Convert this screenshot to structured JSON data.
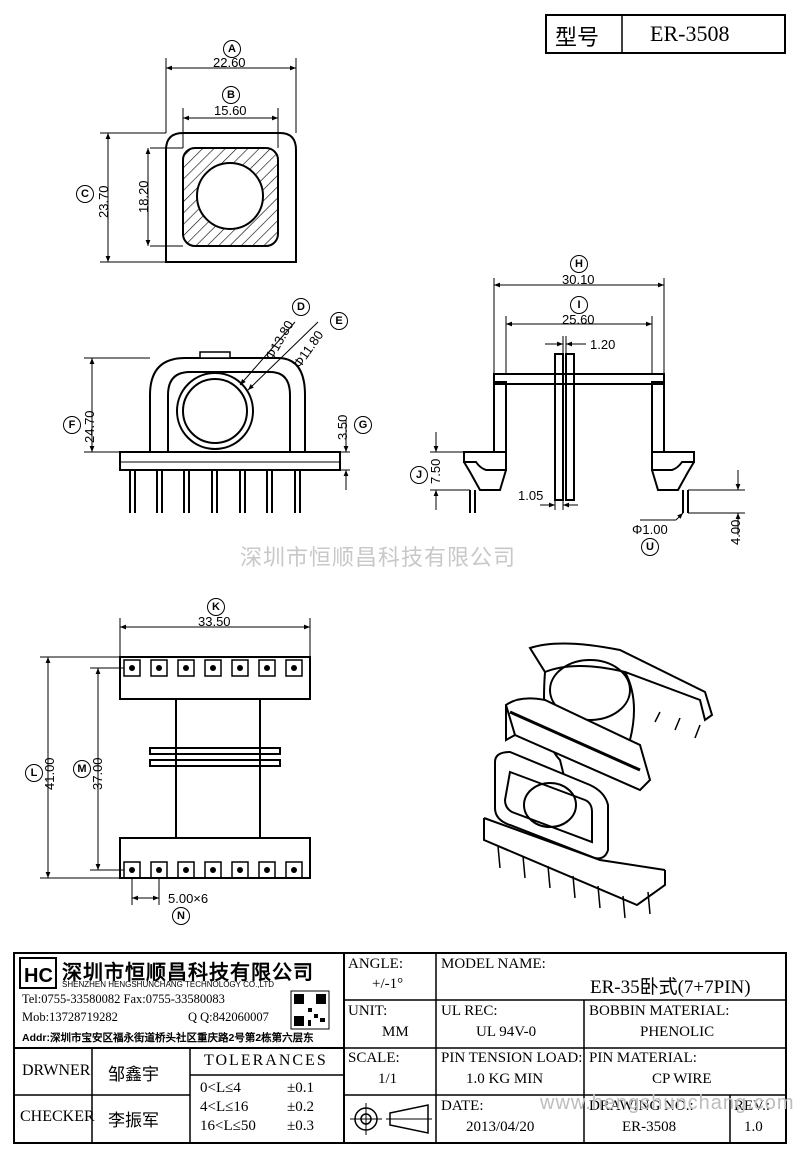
{
  "header": {
    "model_label": "型号",
    "model_value": "ER-3508"
  },
  "dims": {
    "a": {
      "letter": "A",
      "value": "22.60"
    },
    "b": {
      "letter": "B",
      "value": "15.60"
    },
    "c": {
      "letter": "C",
      "value": "23.70"
    },
    "c_inner": "18.20",
    "d": {
      "letter": "D",
      "value": "Φ13.80"
    },
    "e": {
      "letter": "E",
      "value": "Φ11.80"
    },
    "f": {
      "letter": "F",
      "value": "24.70"
    },
    "g": {
      "letter": "G",
      "value": "3.50"
    },
    "h": {
      "letter": "H",
      "value": "30.10"
    },
    "i": {
      "letter": "I",
      "value": "25.60"
    },
    "i_thick": "1.20",
    "j": {
      "letter": "J",
      "value": "7.50"
    },
    "j_wall": "1.05",
    "u": {
      "letter": "U",
      "value": "Φ1.00"
    },
    "pin_len": "4.00",
    "k": {
      "letter": "K",
      "value": "33.50"
    },
    "l": {
      "letter": "L",
      "value": "41.00"
    },
    "m": {
      "letter": "M",
      "value": "37.00"
    },
    "n": {
      "letter": "N",
      "value": "5.00×6"
    }
  },
  "watermark": {
    "center": "深圳市恒顺昌科技有限公司",
    "corner": "www.hengshunchang.com"
  },
  "company": {
    "name": "深圳市恒顺昌科技有限公司",
    "name_en": "SHENZHEN HENGSHUNCHANG TECHNOLOGY CO.,LTD",
    "tel_fax": "Tel:0755-33580082 Fax:0755-33580083",
    "mob": "Mob:13728719282",
    "qq": "Q Q:842060007",
    "addr": "Addr:深圳市宝安区福永街道桥头社区重庆路2号第2栋第六层东"
  },
  "titleblock": {
    "angle_label": "ANGLE:",
    "angle_value": "+/-1°",
    "unit_label": "UNIT:",
    "unit_value": "MM",
    "scale_label": "SCALE:",
    "scale_value": "1/1",
    "model_name_label": "MODEL NAME:",
    "model_name_value": "ER-35卧式(7+7PIN)",
    "ul_label": "UL REC:",
    "ul_value": "UL 94V-0",
    "bobbin_label": "BOBBIN MATERIAL:",
    "bobbin_value": "PHENOLIC",
    "pin_tension_label": "PIN TENSION LOAD:",
    "pin_tension_value": "1.0 KG MIN",
    "pin_material_label": "PIN MATERIAL:",
    "pin_material_value": "CP WIRE",
    "date_label": "DATE:",
    "date_value": "2013/04/20",
    "drawing_label": "DRAWING NO.:",
    "drawing_value": "ER-3508",
    "rev_label": "REV.:",
    "rev_value": "1.0",
    "drawer_label": "DRWNER",
    "drawer_value": "邹鑫宇",
    "checker_label": "CHECKER",
    "checker_value": "李振军",
    "tol_title": "TOLERANCES",
    "tol_rows": [
      {
        "range": "0<L≤4",
        "value": "±0.1"
      },
      {
        "range": "4<L≤16",
        "value": "±0.2"
      },
      {
        "range": "16<L≤50",
        "value": "±0.3"
      }
    ]
  }
}
